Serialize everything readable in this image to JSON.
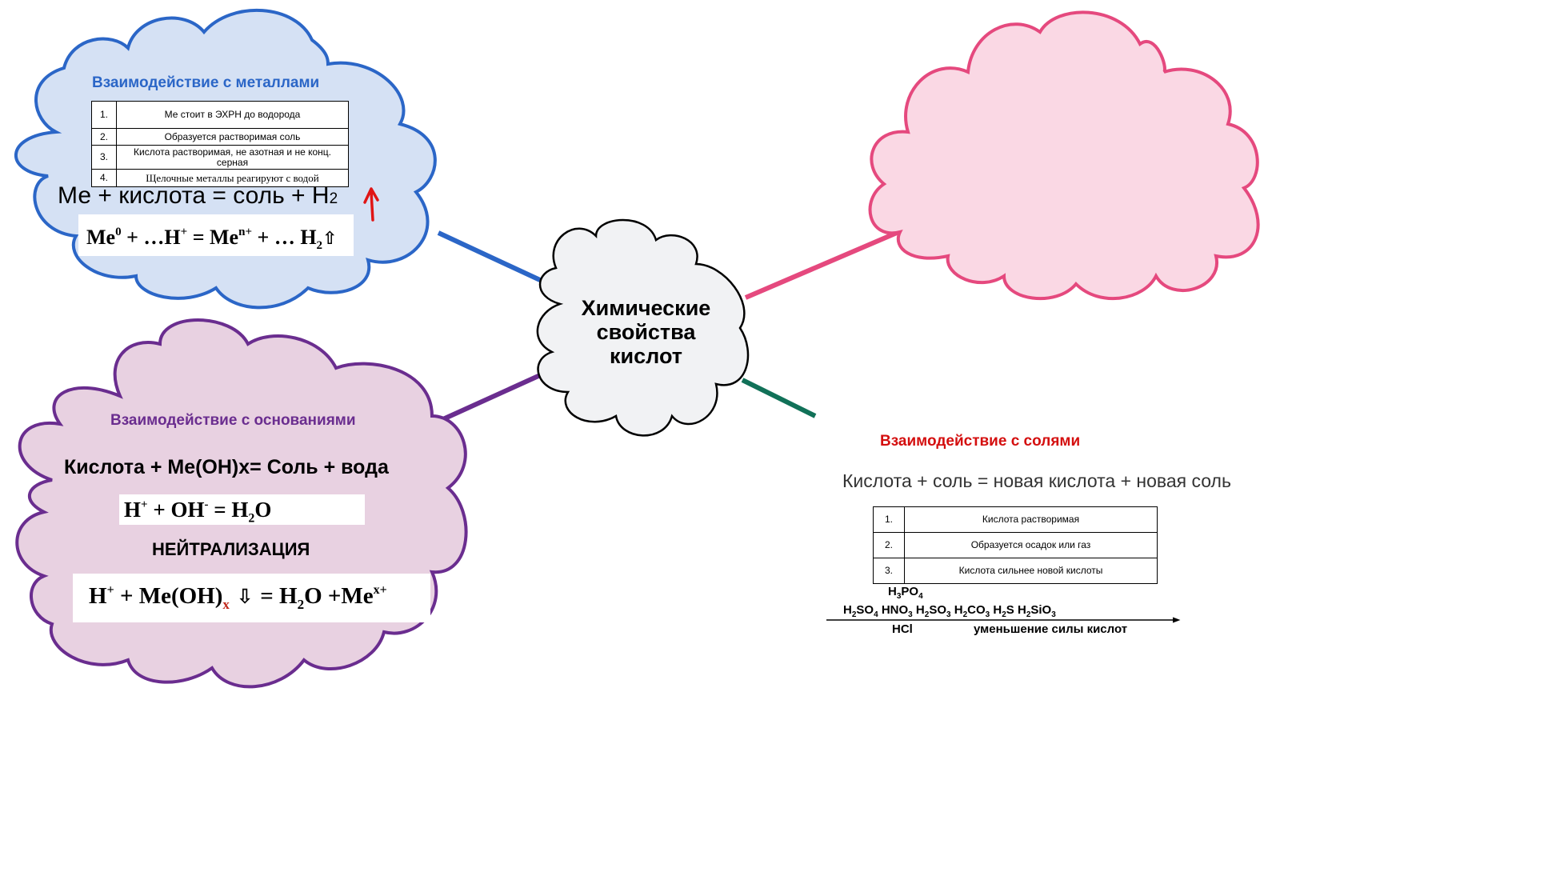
{
  "colors": {
    "metals": "#2b66c7",
    "metals_fill": "#d5e1f4",
    "bases": "#6a2d8f",
    "bases_fill": "#e8d1e1",
    "empty": "#e5497e",
    "empty_fill": "#fad8e4",
    "salts_title": "#d40f0f",
    "salts_connector": "#117158",
    "center_fill": "#f1f2f4"
  },
  "center": {
    "line1": "Химические",
    "line2": "свойства",
    "line3": "кислот"
  },
  "metals": {
    "title": "Взаимодействие с металлами",
    "rows": [
      {
        "num": "1.",
        "text": "Ме стоит в ЭХРН до водорода"
      },
      {
        "num": "2.",
        "text": "Образуется растворимая соль"
      },
      {
        "num": "3.",
        "text": "Кислота растворимая, не азотная и не конц. серная"
      },
      {
        "num": "4.",
        "text": "Щелочные металлы реагируют с водой"
      }
    ],
    "equation_main": "Ме + кислота = соль + Н",
    "equation_sub": "2",
    "ionic": {
      "me": "Me",
      "ox0": "0",
      "mid": " + …H",
      "plus": "+",
      "eq": " = Me",
      "nplus": "n+",
      "tail": "  + … H",
      "h2sub": "2",
      "arrow": "⇧"
    }
  },
  "bases": {
    "title": "Взаимодействие с основаниями",
    "equation": "Кислота + Ме(ОН)х= Соль + вода",
    "ionic1": {
      "h": "H",
      "plus": "+",
      "mid": " + OH",
      "minus": "-",
      "eq": " =  H",
      "sub": "2",
      "o": "O"
    },
    "neutralization": "НЕЙТРАЛИЗАЦИЯ",
    "ionic2": {
      "h": "H",
      "plus": "+",
      "mid": " + Me(OH)",
      "x": "x",
      "arrow": " ⇩ ",
      "eq": "=  H",
      "sub": "2",
      "o": "O +Me",
      "xplus": "x+"
    }
  },
  "salts": {
    "title": "Взаимодействие с солями",
    "equation": "Кислота + соль = новая кислота + новая соль",
    "rows": [
      {
        "num": "1.",
        "text": "Кислота растворимая"
      },
      {
        "num": "2.",
        "text": "Образуется осадок или газ"
      },
      {
        "num": "3.",
        "text": "Кислота сильнее новой кислоты"
      }
    ],
    "series_top": [
      "H",
      "3",
      "PO",
      "4"
    ],
    "series": [
      [
        "H",
        "2",
        "SO",
        "4"
      ],
      [
        "HNO",
        "3"
      ],
      [
        "H",
        "2",
        "SO",
        "3"
      ],
      [
        "H",
        "2",
        "CO",
        "3"
      ],
      [
        "H",
        "2",
        "S"
      ],
      [
        "H",
        "2",
        "SiO",
        "3"
      ]
    ],
    "series_bottom": "HCl",
    "decrease_label": "уменьшение силы кислот"
  }
}
